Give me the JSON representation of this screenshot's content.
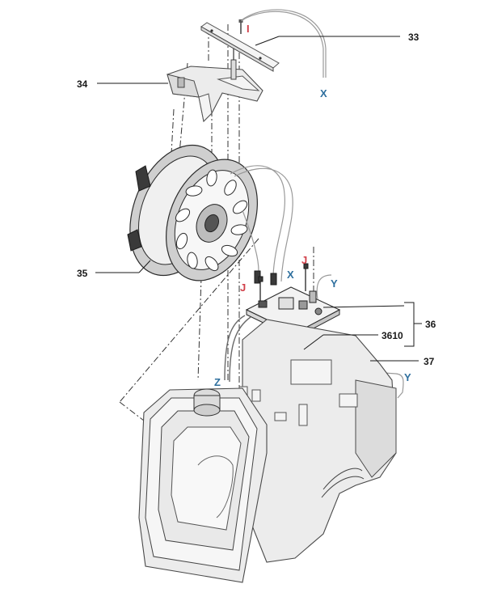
{
  "part_labels": {
    "p33": "33",
    "p34": "34",
    "p35": "35",
    "p36": "36",
    "p3610": "3610",
    "p37": "37"
  },
  "connector_labels": {
    "i": "I",
    "j_top": "J",
    "j_left": "J",
    "x_top": "X",
    "x_mid": "X",
    "y_mid": "Y",
    "y_right": "Y",
    "z": "Z"
  },
  "colors": {
    "red_connector": "#d1404a",
    "blue_connector": "#2e6f9e",
    "line": "#1a1a1a"
  }
}
